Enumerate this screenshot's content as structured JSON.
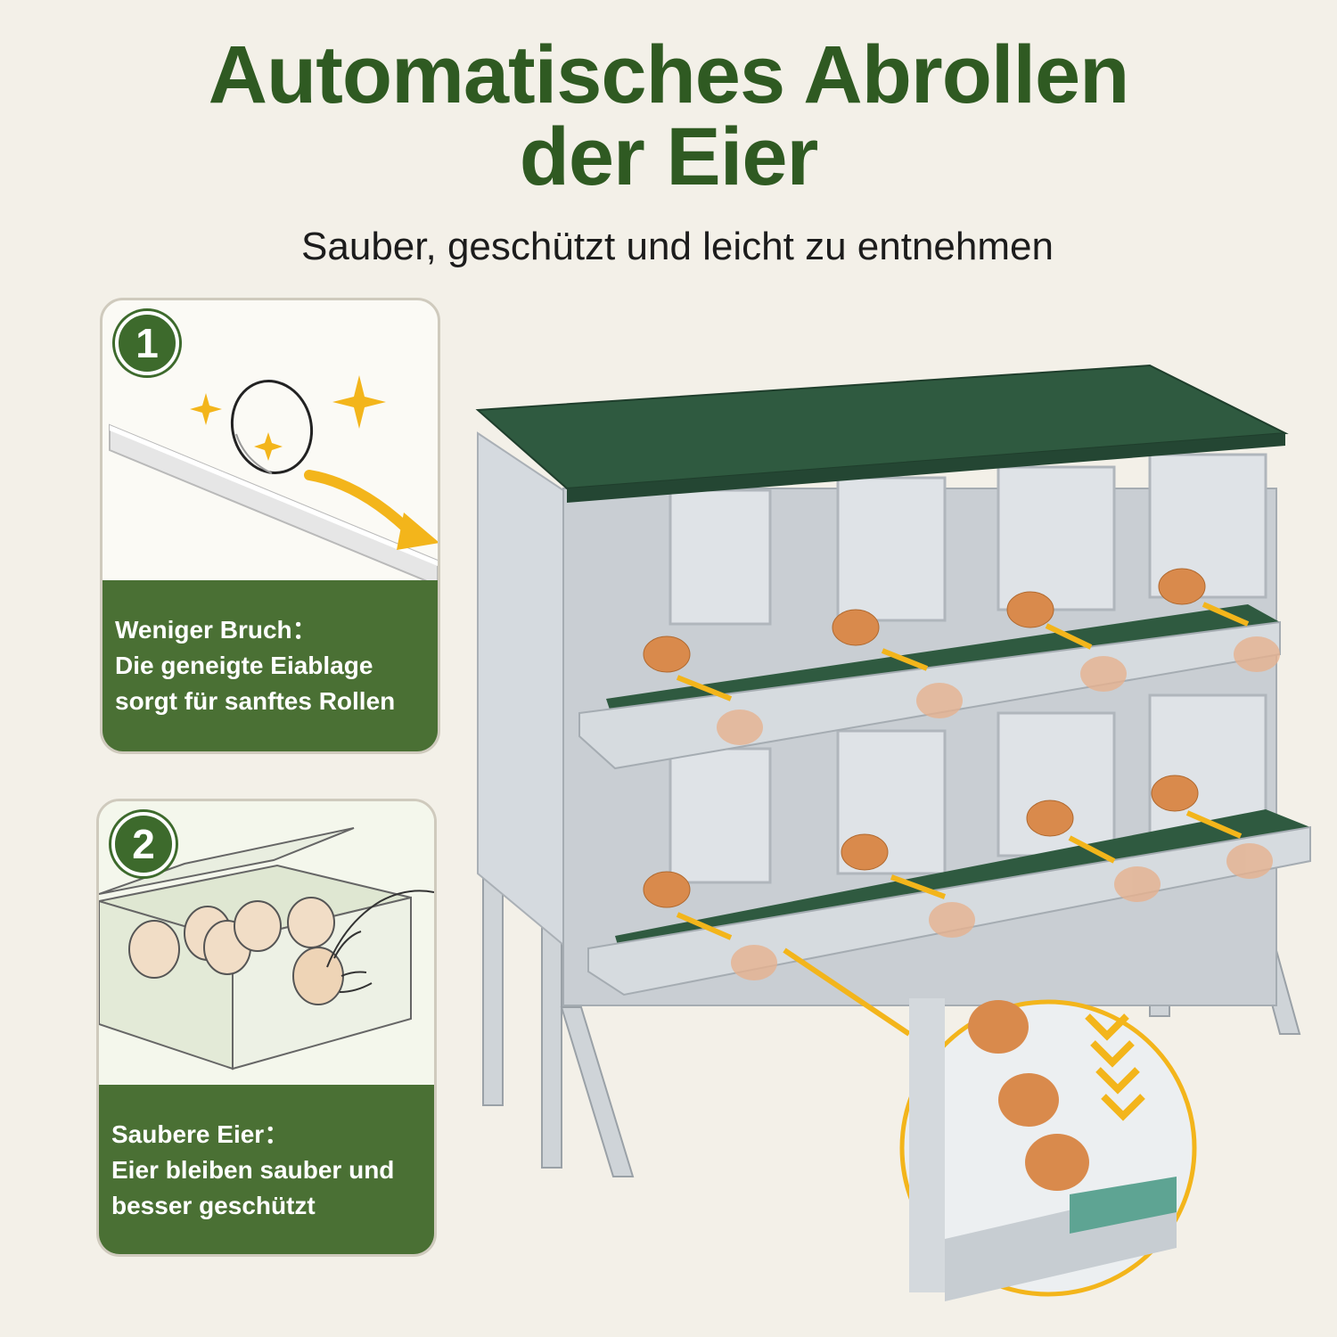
{
  "header": {
    "title_line1": "Automatisches Abrollen",
    "title_line2": "der Eier",
    "subtitle": "Sauber, geschützt und leicht zu entnehmen"
  },
  "features": [
    {
      "number": "1",
      "heading": "Weniger Bruch：",
      "line1": "Die geneigte Eiablage",
      "line2": "sorgt für sanftes Rollen"
    },
    {
      "number": "2",
      "heading": "Saubere Eier：",
      "line1": "Eier bleiben sauber und",
      "line2": "besser geschützt"
    }
  ],
  "colors": {
    "brand_green": "#2f5a22",
    "band_green": "#4a7034",
    "roof_green": "#2f5a40",
    "steel": "#c9ced3",
    "egg": "#d98a4c",
    "arrow_yellow": "#f3b51b"
  },
  "product": {
    "compartments_per_row": 4,
    "rows": 2
  }
}
